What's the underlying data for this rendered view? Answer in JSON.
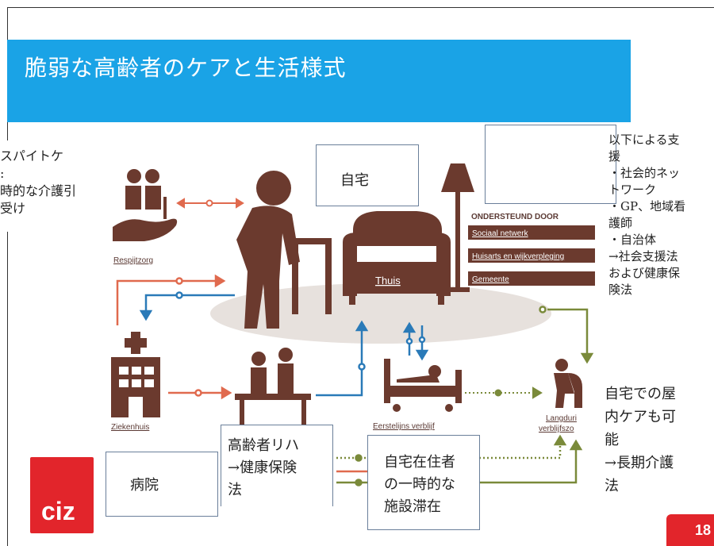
{
  "title": "脆弱な高齢者のケアと生活様式",
  "left_note": "スパイトケ\n:\n時的な介護引\n受け",
  "box_home": "自宅",
  "box_hospital": "病院",
  "box_rehab": "高齢者リハ\n→健康保険\n法",
  "box_temp_stay": "自宅在住者\nの一時的な\n施設滞在",
  "support_note": "以下による支\n援\n・社会的ネッ\nトワーク\n・GP、地域看\n護師\n・自治体\n→社会支援法\nおよび健康保\n険法",
  "home_care_note": "自宅での屋\n内ケアも可\n能\n→長期介護\n法",
  "diagram": {
    "respijtzorg": "Respijtzorg",
    "thuis": "Thuis",
    "ziekenhuis": "Ziekenhuis",
    "eerstelijns": "Eerstelijns verblijf",
    "langdurig_1": "Langduri",
    "langdurig_2": "verblijfszo",
    "ondersteund_door": "ONDERSTEUND DOOR",
    "sociaal_netwerk": "Sociaal netwerk",
    "huisarts": "Huisarts en wijkverpleging",
    "gemeente": "Gemeente"
  },
  "logo_text": "ciz",
  "page_number": "18",
  "colors": {
    "title_bar": "#1aa3e6",
    "figure_brown": "#6b3a2e",
    "arrow_orange": "#e06a4e",
    "arrow_blue": "#2a7ab8",
    "arrow_green": "#7a8a3a",
    "logo_red": "#e2252b"
  }
}
